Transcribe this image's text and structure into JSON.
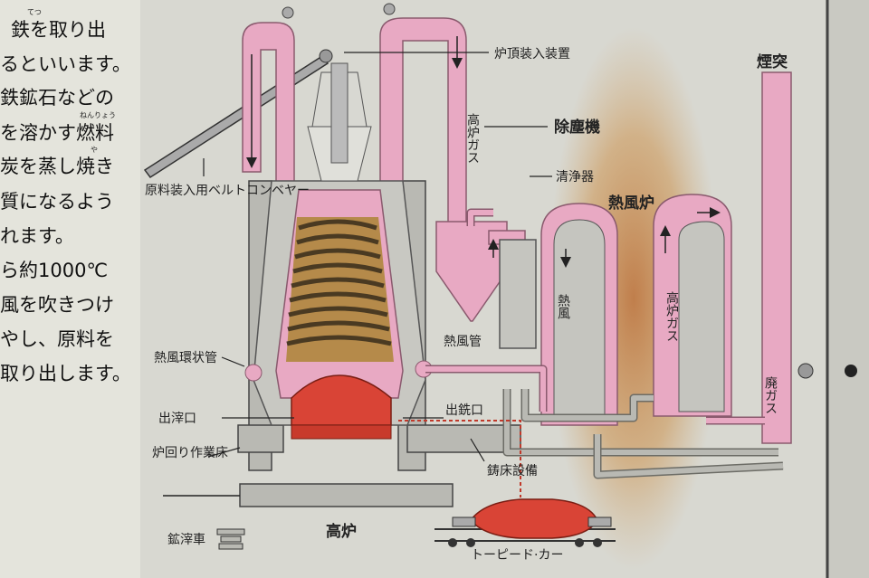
{
  "side_text": [
    "鉄を取り出",
    "るといいます。",
    "鉄鉱石などの",
    "を溶かす燃料",
    "炭を蒸し焼き",
    "質になるよう",
    "れます。",
    "ら約1000℃",
    "風を吹きつけ",
    "やし、原料を",
    "取り出します。"
  ],
  "ruby": [
    "てつ",
    "ねんりょう",
    "や"
  ],
  "labels": {
    "top_charger": "炉頂装入装置",
    "bf_gas": "高炉ガス",
    "dust_catcher": "除塵機",
    "cleaner": "清浄器",
    "stove": "熱風炉",
    "chimney": "煙突",
    "conveyor": "原料装入用ベルトコンベヤー",
    "hot_blast_pipe": "熱風管",
    "bustle_pipe": "熱風環状管",
    "slag_notch": "出滓口",
    "taphole": "出銑口",
    "work_floor": "炉回り作業床",
    "cast_house": "鋳床設備",
    "slag_car": "鉱滓車",
    "blast_furnace": "高炉",
    "torpedo_car": "トーピード·カー",
    "hot_air": "熱風",
    "stove_gas": "高炉ガス",
    "waste_gas": "廃ガス"
  },
  "colors": {
    "pink": "#e8a9c3",
    "pink_edge": "#8a5a6e",
    "gray": "#b9b9b3",
    "gray_dark": "#6c6c66",
    "red": "#d94436",
    "layer_dark": "#4a3a22",
    "layer_light": "#b58a4a",
    "stain": "#c06a2a"
  }
}
